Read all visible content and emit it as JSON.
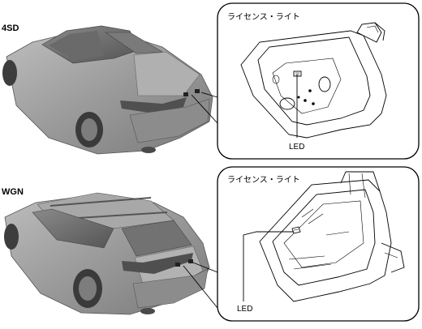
{
  "sections": [
    {
      "variant": "4SD",
      "panel_title": "ライセンス・ライト",
      "callout": "LED"
    },
    {
      "variant": "WGN",
      "panel_title": "ライセンス・ライト",
      "callout": "LED"
    }
  ],
  "colors": {
    "car_body": "#9a9a9a",
    "car_dark": "#5f5f5f",
    "glass": "#6e6e6e",
    "line": "#000000"
  }
}
